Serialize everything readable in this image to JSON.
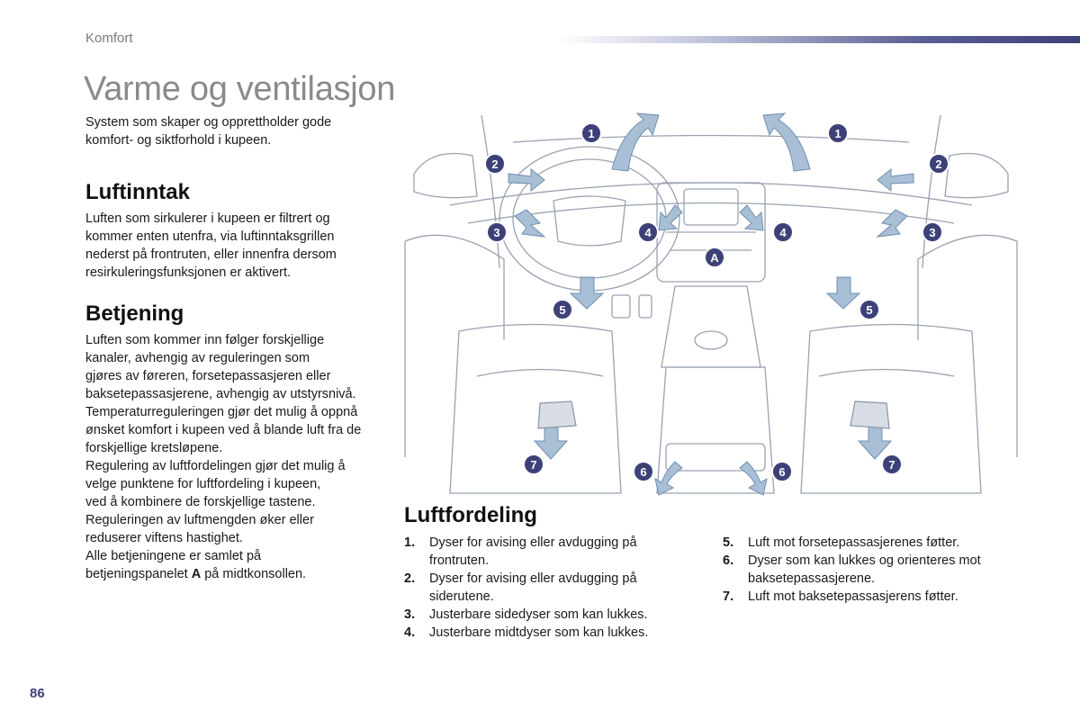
{
  "header": {
    "section": "Komfort"
  },
  "title": "Varme og ventilasjon",
  "intro": "System som skaper og opprettholder gode komfort- og siktforhold i kupeen.",
  "luftinntak": {
    "heading": "Luftinntak",
    "lines": [
      "Luften som sirkulerer i kupeen er filtrert og",
      "kommer enten utenfra, via luftinntaksgrillen",
      "nederst på frontruten, eller innenfra dersom",
      "resirkuleringsfunksjonen er aktivert."
    ]
  },
  "betjening": {
    "heading": "Betjening",
    "lines": [
      "Luften som kommer inn følger forskjellige",
      "kanaler, avhengig av reguleringen som",
      "gjøres av føreren, forsetepassasjeren eller",
      "baksetepassasjerene, avhengig av utstyrsnivå.",
      "Temperaturreguleringen gjør det mulig å oppnå",
      "ønsket komfort i kupeen ved å blande luft fra de",
      "forskjellige kretsløpene.",
      "Regulering av luftfordelingen gjør det mulig å",
      "velge punktene for luftfordeling i kupeen,",
      "ved å kombinere de forskjellige tastene.",
      "Reguleringen av luftmengden øker eller",
      "reduserer viftens hastighet.",
      "Alle betjeningene er samlet på"
    ],
    "last_line_prefix": "betjeningspanelet ",
    "last_line_bold": "A",
    "last_line_suffix": " på midtkonsollen."
  },
  "luftfordeling": {
    "heading": "Luftfordeling",
    "items_left": [
      {
        "num": "1.",
        "text": "Dyser for avising eller avdugging på frontruten."
      },
      {
        "num": "2.",
        "text": "Dyser for avising eller avdugging på siderutene."
      },
      {
        "num": "3.",
        "text": "Justerbare sidedyser som kan lukkes."
      },
      {
        "num": "4.",
        "text": "Justerbare midtdyser som kan lukkes."
      }
    ],
    "items_right": [
      {
        "num": "5.",
        "text": "Luft mot forsetepassasjerenes føtter."
      },
      {
        "num": "6.",
        "text": "Dyser som kan lukkes og orienteres mot baksetepassasjerene."
      },
      {
        "num": "7.",
        "text": "Luft mot baksetepassasjerens føtter."
      }
    ]
  },
  "diagram": {
    "markers": [
      "1",
      "1",
      "2",
      "2",
      "3",
      "3",
      "4",
      "4",
      "5",
      "5",
      "6",
      "6",
      "7",
      "7",
      "A"
    ]
  },
  "page_number": "86",
  "colors": {
    "accent": "#3d4178",
    "marker": "#3d4178",
    "arrow": "#a8bfd6",
    "line": "#8a93a3"
  }
}
